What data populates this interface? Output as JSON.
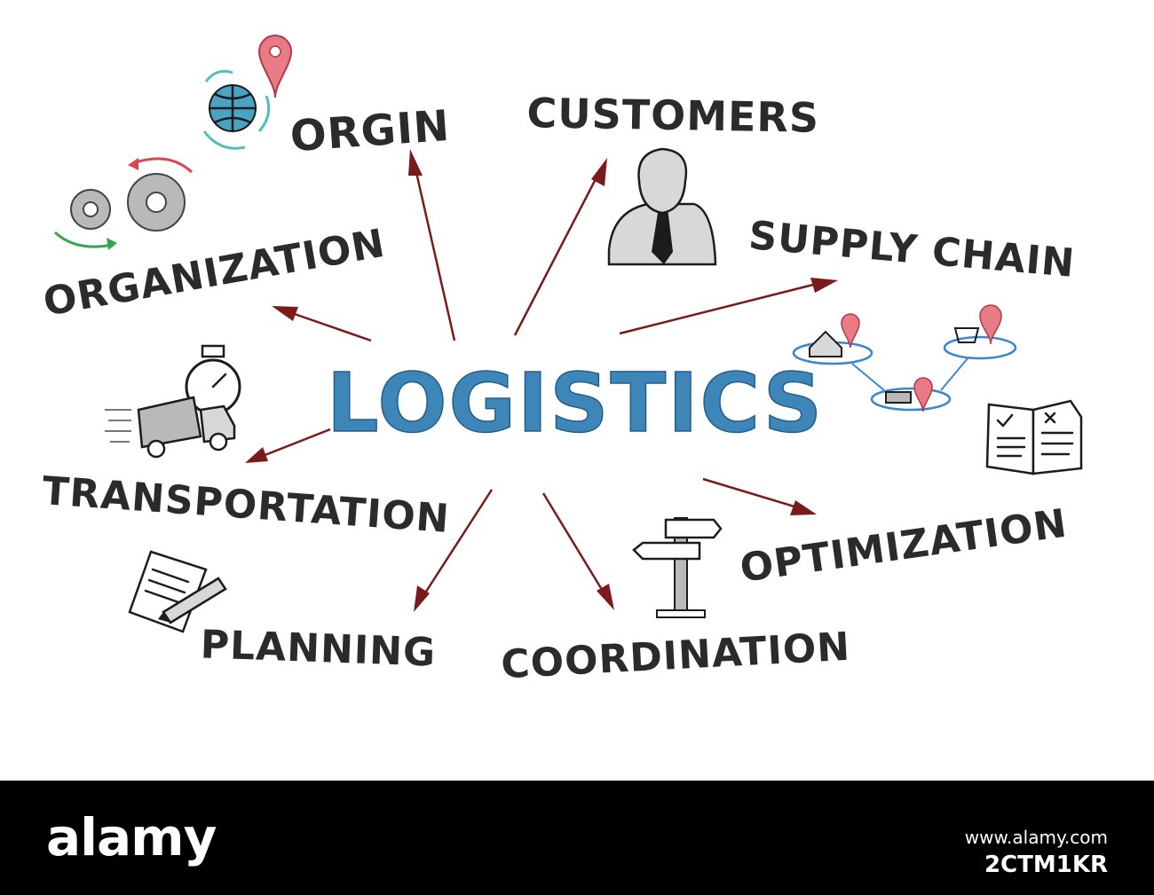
{
  "diagram": {
    "center": "LOGISTICS",
    "labels": {
      "origin": "ORGIN",
      "customers": "CUSTOMERS",
      "organization": "ORGANIZATION",
      "supply_chain": "SUPPLY CHAIN",
      "transportation": "TRANSPORTATION",
      "optimization": "OPTIMIZATION",
      "planning": "PLANNING",
      "coordination": "COORDINATION"
    },
    "colors": {
      "center": "#3f86b8",
      "arrows": "#7a1a1a",
      "labels": "#2b2b2b"
    }
  },
  "footer": {
    "brand": "alamy",
    "caption": "www.alamy.com",
    "image_id": "2CTM1KR"
  }
}
